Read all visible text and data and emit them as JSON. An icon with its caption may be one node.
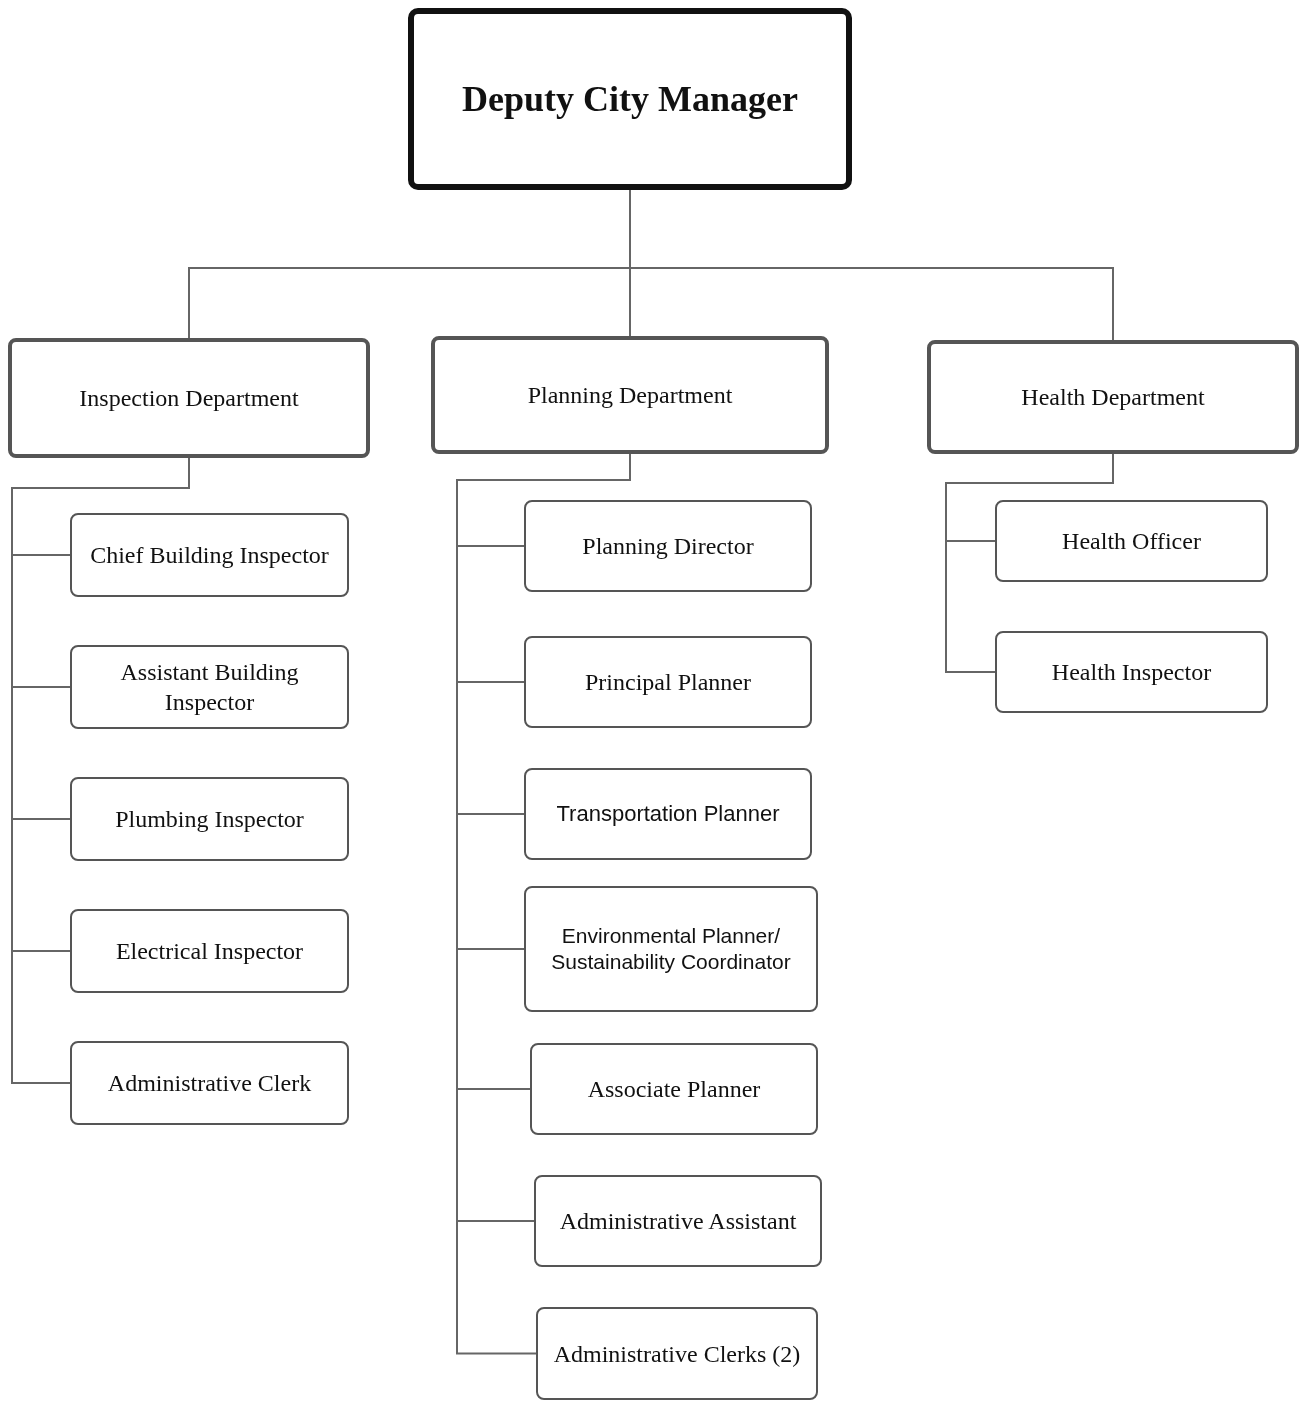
{
  "diagram": {
    "nodes": [
      {
        "text": [
          "Deputy City Manager"
        ]
      },
      {
        "text": [
          "Inspection Department"
        ]
      },
      {
        "text": [
          "Planning Department"
        ]
      },
      {
        "text": [
          "Health Department"
        ]
      },
      {
        "text": [
          "Chief Building Inspector"
        ]
      },
      {
        "text": [
          "Assistant Building Inspector"
        ]
      },
      {
        "text": [
          "Plumbing Inspector"
        ]
      },
      {
        "text": [
          "Electrical Inspector"
        ]
      },
      {
        "text": [
          "Administrative Clerk"
        ]
      },
      {
        "text": [
          "Planning Director"
        ]
      },
      {
        "text": [
          "Principal Planner"
        ]
      },
      {
        "text": [
          "Transportation Planner"
        ]
      },
      {
        "text": [
          "Environmental Planner/ Sustainability Coordinator"
        ]
      },
      {
        "text": [
          "Associate Planner"
        ]
      },
      {
        "text": [
          "Administrative Assistant"
        ]
      },
      {
        "text": [
          "Administrative Clerks (2)"
        ]
      },
      {
        "text": [
          "Health Officer"
        ]
      },
      {
        "text": [
          "Health Inspector"
        ]
      }
    ],
    "edges": [
      {
        "from": 0,
        "to": 1,
        "arrow": "none"
      },
      {
        "from": 0,
        "to": 2,
        "arrow": "none"
      },
      {
        "from": 0,
        "to": 3,
        "arrow": "none"
      },
      {
        "from": 1,
        "to": 4,
        "arrow": "none"
      },
      {
        "from": 1,
        "to": 5,
        "arrow": "none"
      },
      {
        "from": 1,
        "to": 6,
        "arrow": "none"
      },
      {
        "from": 1,
        "to": 7,
        "arrow": "none"
      },
      {
        "from": 1,
        "to": 8,
        "arrow": "none"
      },
      {
        "from": 2,
        "to": 9,
        "arrow": "none"
      },
      {
        "from": 2,
        "to": 10,
        "arrow": "none"
      },
      {
        "from": 2,
        "to": 11,
        "arrow": "none"
      },
      {
        "from": 2,
        "to": 12,
        "arrow": "none"
      },
      {
        "from": 2,
        "to": 13,
        "arrow": "none"
      },
      {
        "from": 2,
        "to": 14,
        "arrow": "none"
      },
      {
        "from": 2,
        "to": 15,
        "arrow": "none"
      },
      {
        "from": 3,
        "to": 16,
        "arrow": "none"
      },
      {
        "from": 3,
        "to": 17,
        "arrow": "none"
      }
    ]
  }
}
